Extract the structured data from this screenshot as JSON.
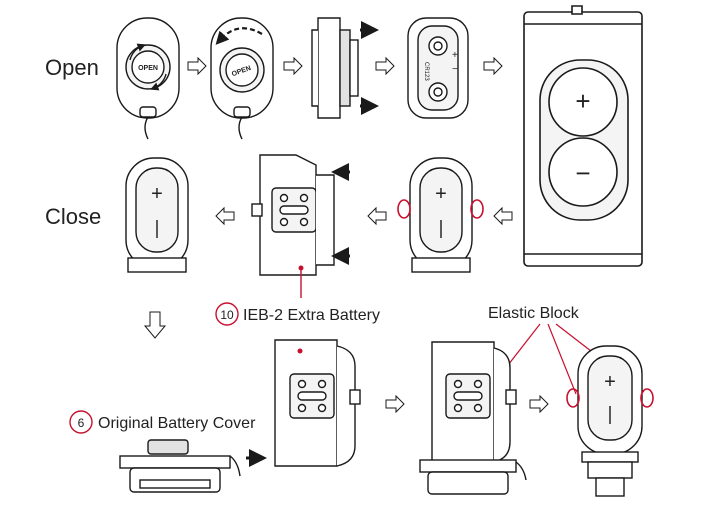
{
  "labels": {
    "open": "Open",
    "close": "Close",
    "open_knob": "OPEN",
    "polarity_plus": "+",
    "polarity_minus": "−",
    "battery_type": "CR123",
    "callout_10_num": "10",
    "callout_10_text": "IEB-2 Extra Battery",
    "callout_6_num": "6",
    "callout_6_text": "Original Battery Cover",
    "elastic_block": "Elastic Block"
  },
  "colors": {
    "line": "#1a1a1a",
    "accent": "#c8102e",
    "fill_light": "#f4f4f4",
    "fill_mid": "#e2e2e2"
  }
}
